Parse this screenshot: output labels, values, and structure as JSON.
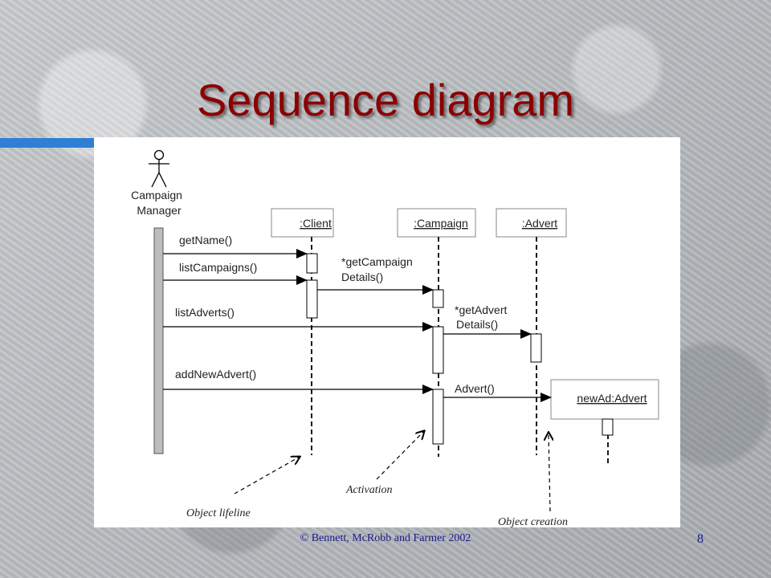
{
  "slide": {
    "title": "Sequence diagram",
    "footer": "© Bennett, McRobb and Farmer 2002",
    "page_number": "8"
  },
  "diagram": {
    "actor": {
      "line1": "Campaign",
      "line2": "Manager"
    },
    "objects": {
      "client": ":Client",
      "campaign": ":Campaign",
      "advert": ":Advert",
      "new_ad": "newAd:Advert"
    },
    "messages": {
      "get_name": "getName()",
      "list_campaigns": "listCampaigns()",
      "get_campaign_details_1": "*getCampaign",
      "get_campaign_details_2": "Details()",
      "list_adverts": "listAdverts()",
      "get_advert_details_1": "*getAdvert",
      "get_advert_details_2": "Details()",
      "add_new_advert": "addNewAdvert()",
      "advert_constructor": "Advert()"
    },
    "annotations": {
      "object_lifeline": "Object lifeline",
      "activation": "Activation",
      "object_creation": "Object creation"
    }
  },
  "colors": {
    "title": "#8b0000",
    "accent_bar": "#2f7fd4",
    "footer_text": "#1a1a8c",
    "actor_bar": "#bdbdbd"
  }
}
